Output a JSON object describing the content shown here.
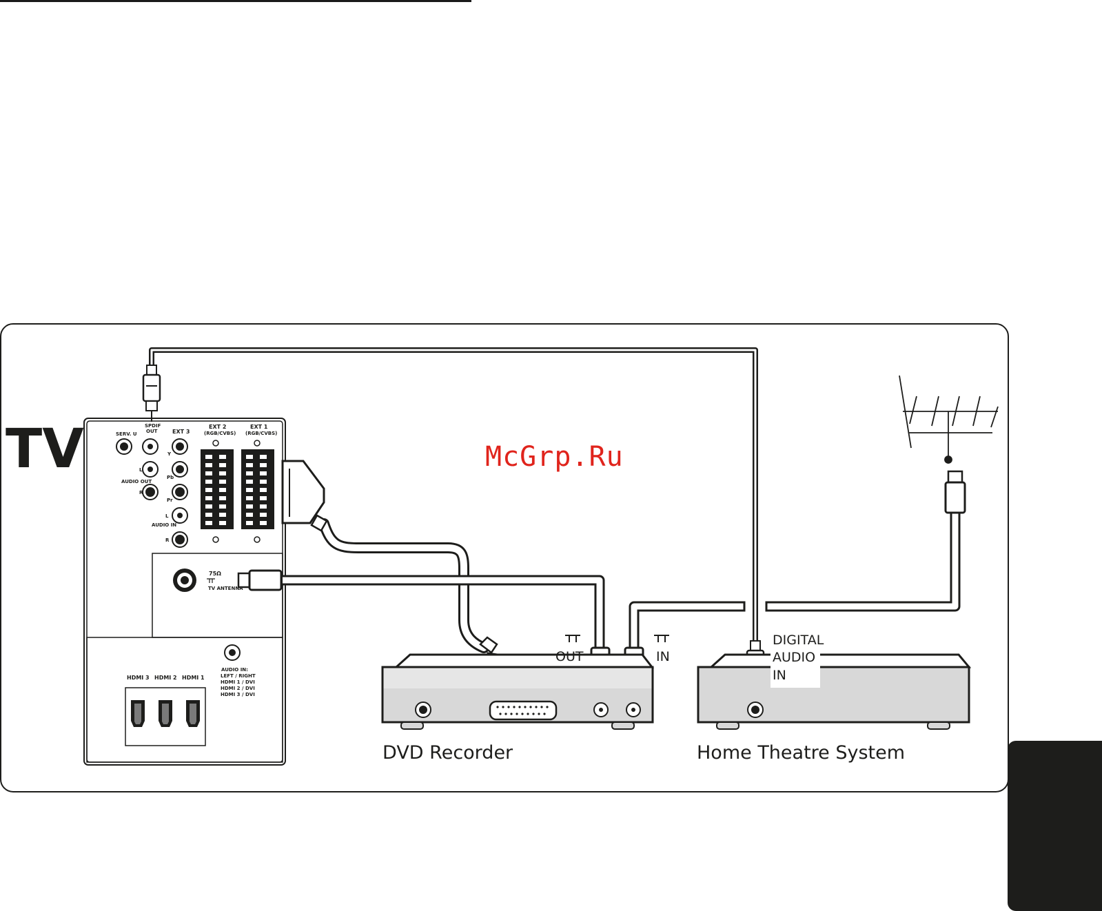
{
  "tv": {
    "label": "TV",
    "ports": {
      "serv_u": "SERV. U",
      "spdif_out_1": "SPDIF",
      "spdif_out_2": "OUT",
      "ext3": "EXT 3",
      "ext2": "EXT 2",
      "ext2_sub": "(RGB/CVBS)",
      "ext1": "EXT 1",
      "ext1_sub": "(RGB/CVBS)",
      "y": "Y",
      "pb": "Pb",
      "pr": "Pr",
      "l_out": "L",
      "audio_out": "AUDIO OUT",
      "r_out": "R",
      "l_in": "L",
      "audio_in": "AUDIO IN",
      "r_in": "R",
      "antenna_ohm": "75Ω",
      "antenna_label": "TV ANTENNA",
      "audio_in_hdmi": "AUDIO IN:",
      "audio_in_lines": [
        "LEFT / RIGHT",
        "HDMI 1 / DVI",
        "HDMI 2 / DVI",
        "HDMI 3 / DVI"
      ],
      "hdmi3": "HDMI 3",
      "hdmi2": "HDMI 2",
      "hdmi1": "HDMI 1"
    }
  },
  "dvd": {
    "label": "DVD Recorder",
    "out_label": "OUT",
    "in_label": "IN"
  },
  "hts": {
    "label": "Home Theatre System",
    "digital_audio_in": [
      "DIGITAL",
      "AUDIO",
      "IN"
    ]
  },
  "watermark": "McGrp.Ru",
  "colors": {
    "ink": "#1d1d1b",
    "device_fill": "#e6e6e6",
    "watermark": "#e0241c"
  }
}
